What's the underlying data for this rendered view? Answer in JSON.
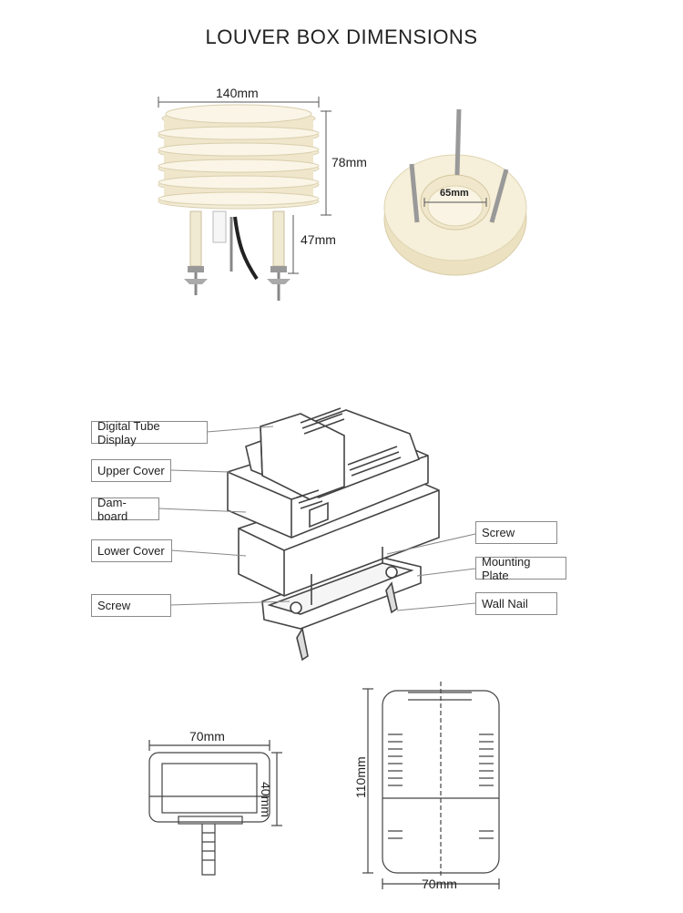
{
  "title": "LOUVER BOX DIMENSIONS",
  "louver": {
    "width": "140mm",
    "height": "78mm",
    "leg": "47mm",
    "inner": "65mm"
  },
  "parts": {
    "digital_tube_display": "Digital Tube Display",
    "upper_cover": "Upper Cover",
    "dam_board": "Dam-board",
    "lower_cover": "Lower Cover",
    "screw_left": "Screw",
    "screw_right": "Screw",
    "mounting_plate": "Mounting Plate",
    "wall_nail": "Wall Nail"
  },
  "dimensions": {
    "side_width": "70mm",
    "side_height": "40mm",
    "front_height": "110mm",
    "front_width": "70mm"
  },
  "colors": {
    "louver_fill": "#f3ecd6",
    "louver_edge": "#d9cfae",
    "line": "#444444",
    "leader": "#888888"
  }
}
